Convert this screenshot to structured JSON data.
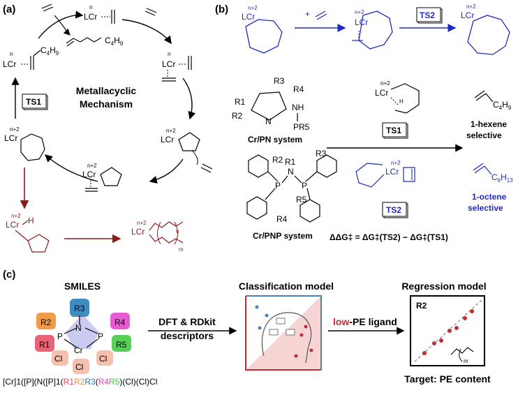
{
  "panel_a": {
    "label": "(a)",
    "mechanism_line1": "Metallacyclic",
    "mechanism_line2": "Mechanism",
    "ts1": "TS1",
    "lcr": "LCr",
    "n": "n",
    "n2": "n+2",
    "c4h9": "C4H9",
    "h": "H",
    "sub_n": "n",
    "sub_m": "m"
  },
  "panel_b": {
    "label": "(b)",
    "plus": "+",
    "ts2": "TS2",
    "ts1": "TS1",
    "lcr": "LCr",
    "n2": "n+2",
    "h": "H",
    "r1": "R1",
    "r2": "R2",
    "r3": "R3",
    "r4": "R4",
    "r5": "R5",
    "nh": "NH",
    "n": "N",
    "p": "P",
    "pr5": "PR5",
    "cr_pn": "Cr/PN system",
    "cr_pnp": "Cr/PNP system",
    "hexene_label": "1-hexene",
    "hexene_sel": "selective",
    "octene_label": "1-octene",
    "octene_sel": "selective",
    "c4h9": "C4H9",
    "c6h13": "C6H13",
    "ddg": "ΔΔG‡ = ΔG‡(TS2) − ΔG‡(TS1)"
  },
  "panel_c": {
    "label": "(c)",
    "smiles_title": "SMILES",
    "classification_title": "Classification model",
    "regression_title": "Regression model",
    "dft_line1": "DFT & RDkit",
    "dft_line2": "descriptors",
    "low_pe_bold": "low",
    "low_pe_rest": "-PE ligand",
    "r2": "R2",
    "m": "m",
    "target": "Target: PE content",
    "smiles_prefix": "[Cr]1([P](N([P]1(",
    "smiles_r1": "R1",
    "smiles_r2": "R2",
    "smiles_r3": "R3",
    "smiles_mid": "(",
    "smiles_r4": "R4",
    "smiles_r5": "R5",
    "smiles_suffix": ")(Cl)(Cl)Cl",
    "cr": "Cr",
    "cl": "Cl",
    "n": "N",
    "p": "P",
    "r1": "R1",
    "r3": "R3",
    "r4": "R4",
    "r5": "R5"
  },
  "colors": {
    "blue": "#1f2bbf",
    "dark_red": "#8b1a1a",
    "r1": "#e8455e",
    "r2": "#f08a2c",
    "r3": "#1f77b4",
    "r4": "#e040c8",
    "r5": "#3cc63c",
    "cr_core": "#a9a9e8",
    "cl": "#f3b6a0"
  }
}
